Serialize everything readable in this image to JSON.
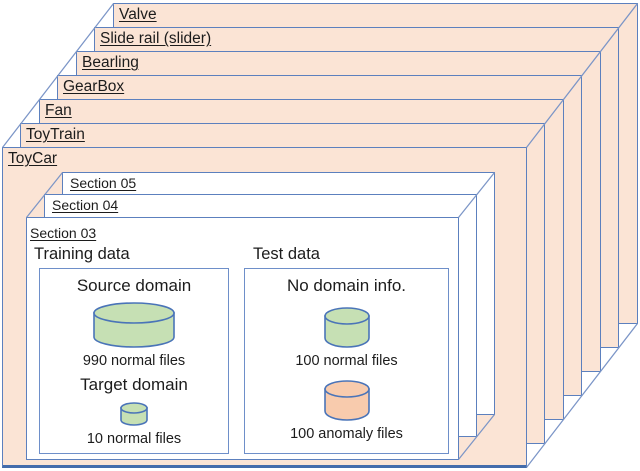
{
  "figure": {
    "machines": [
      {
        "label": "Valve"
      },
      {
        "label": "Slide rail (slider)"
      },
      {
        "label": "Bearling"
      },
      {
        "label": "GearBox"
      },
      {
        "label": "Fan"
      },
      {
        "label": "ToyTrain"
      },
      {
        "label": "ToyCar"
      }
    ],
    "sections": [
      {
        "label": "Section 05"
      },
      {
        "label": "Section 04"
      },
      {
        "label": "Section 03"
      }
    ],
    "training": {
      "title": "Training data",
      "source_heading": "Source domain",
      "source_files": "990 normal files",
      "target_heading": "Target domain",
      "target_files": "10 normal files"
    },
    "test": {
      "title": "Test data",
      "heading": "No domain info.",
      "normal_files": "100 normal files",
      "anomaly_files": "100 anomaly files"
    },
    "icons": {
      "normal_db": "database-cylinder-green",
      "anomaly_db": "database-cylinder-orange"
    },
    "colors": {
      "machine_card_fill": "#FBE4D5",
      "section_card_fill": "#FFFFFF",
      "border_blue": "#5C80BE",
      "normal_data_fill": "#C6E0B4",
      "anomaly_data_fill": "#F8CBAD"
    }
  }
}
